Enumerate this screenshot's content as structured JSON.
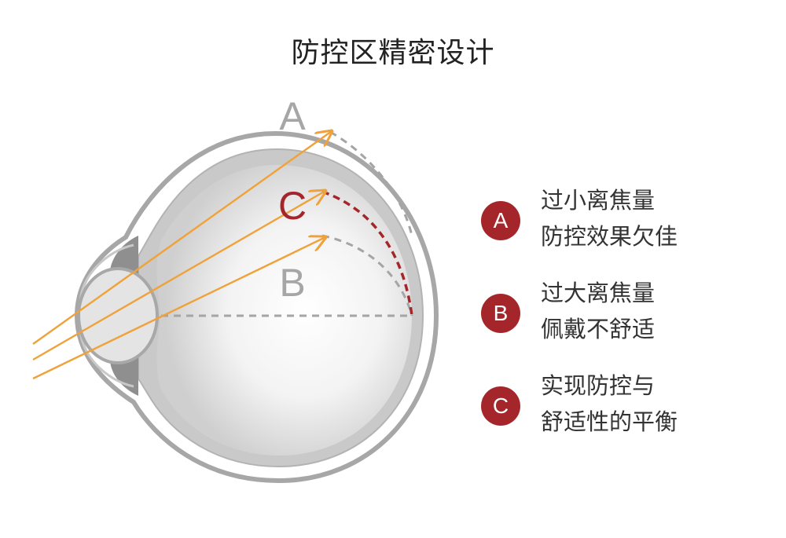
{
  "title": "防控区精密设计",
  "diagram": {
    "labels": {
      "a": "A",
      "b": "B",
      "c": "C"
    },
    "colors": {
      "eye_outer": "#a7a7a7",
      "eye_fill": "#d7d7d7",
      "ray": "#f0a23a",
      "accent_red": "#a5262a",
      "dashed_gray": "#a5a5a5",
      "label_gray": "#a6a6a6"
    }
  },
  "legend": {
    "items": [
      {
        "badge": "A",
        "line1": "过小离焦量",
        "line2": "防控效果欠佳"
      },
      {
        "badge": "B",
        "line1": "过大离焦量",
        "line2": "佩戴不舒适"
      },
      {
        "badge": "C",
        "line1": "实现防控与",
        "line2": "舒适性的平衡"
      }
    ]
  }
}
